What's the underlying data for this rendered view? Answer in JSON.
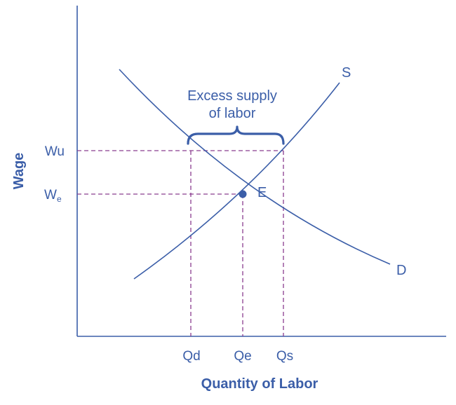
{
  "diagram": {
    "title": "",
    "colors": {
      "axis": "#3b5ea8",
      "curve": "#3b5ea8",
      "guide": "#8a3d8f",
      "text": "#3b5ea8"
    },
    "x_axis": {
      "label": "Quantity of Labor",
      "ticks": [
        "Qd",
        "Qe",
        "Qs"
      ]
    },
    "y_axis": {
      "label": "Wage",
      "ticks": {
        "wu": "Wu",
        "we_main": "W",
        "we_sub": "e"
      }
    },
    "curves": {
      "supply": "S",
      "demand": "D"
    },
    "equilibrium_label": "E",
    "annotation": {
      "line1": "Excess supply",
      "line2": "of labor"
    }
  }
}
